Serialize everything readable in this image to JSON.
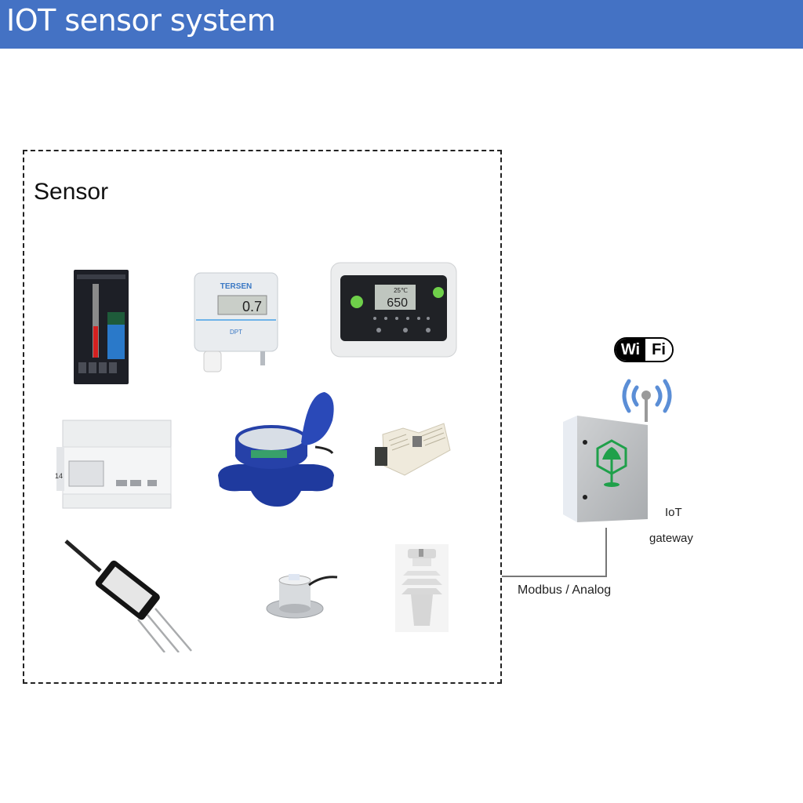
{
  "header": {
    "title": "IOT sensor system",
    "background_color": "#4472c4"
  },
  "sensor_group": {
    "label": "Sensor",
    "devices": [
      {
        "id": "bar-graph-indicator",
        "name": "Bar graph instrument",
        "row": 1,
        "col": 1
      },
      {
        "id": "differential-pressure-transmitter",
        "name": "Differential pressure transmitter",
        "brand": "TERSEN",
        "display": "0.7",
        "model": "DPT",
        "row": 1,
        "col": 2
      },
      {
        "id": "co2-controller",
        "name": "CO2 / temperature controller",
        "display_top": "25℃",
        "display_main": "650",
        "row": 1,
        "col": 3
      },
      {
        "id": "energy-meter",
        "name": "DIN-rail energy meter",
        "row": 2,
        "col": 1
      },
      {
        "id": "water-meter",
        "name": "Water meter",
        "row": 2,
        "col": 2
      },
      {
        "id": "humidity-module",
        "name": "Temperature / humidity module",
        "row": 2,
        "col": 3
      },
      {
        "id": "soil-probe",
        "name": "Soil moisture probe",
        "row": 3,
        "col": 1
      },
      {
        "id": "solar-radiation-sensor",
        "name": "Solar radiation sensor",
        "row": 3,
        "col": 2
      },
      {
        "id": "weather-station",
        "name": "Compact weather sensor",
        "row": 3,
        "col": 3
      }
    ]
  },
  "connection": {
    "label": "Modbus / Analog"
  },
  "gateway": {
    "label_line1": "IoT",
    "label_line2": "gateway",
    "wifi_badge_left": "Wi",
    "wifi_badge_right": "Fi",
    "signal_color": "#5b8ed6",
    "logo_color": "#1fa04a"
  }
}
